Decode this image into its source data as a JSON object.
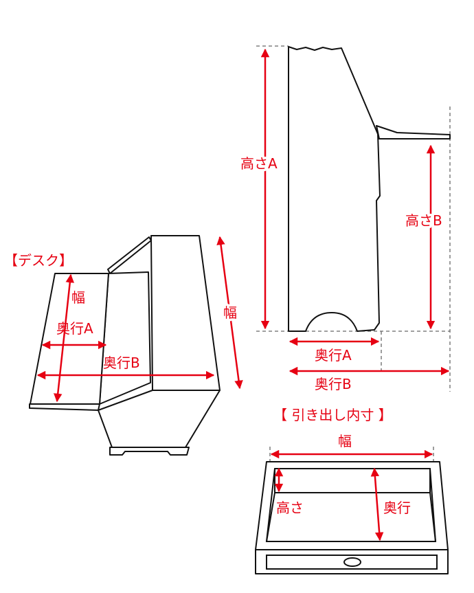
{
  "desk": {
    "title": "【デスク】",
    "width_label_1": "幅",
    "depth_a_label": "奥行A",
    "depth_b_label": "奥行B",
    "width_label_2": "幅"
  },
  "side": {
    "height_a_label": "高さA",
    "height_b_label": "高さB",
    "depth_a_label": "奥行A",
    "depth_b_label": "奥行B"
  },
  "drawer": {
    "title": "【 引き出し内寸 】",
    "width_label": "幅",
    "height_label": "高さ",
    "depth_label": "奥行"
  },
  "colors": {
    "accent": "#e60012",
    "line": "#111111"
  }
}
